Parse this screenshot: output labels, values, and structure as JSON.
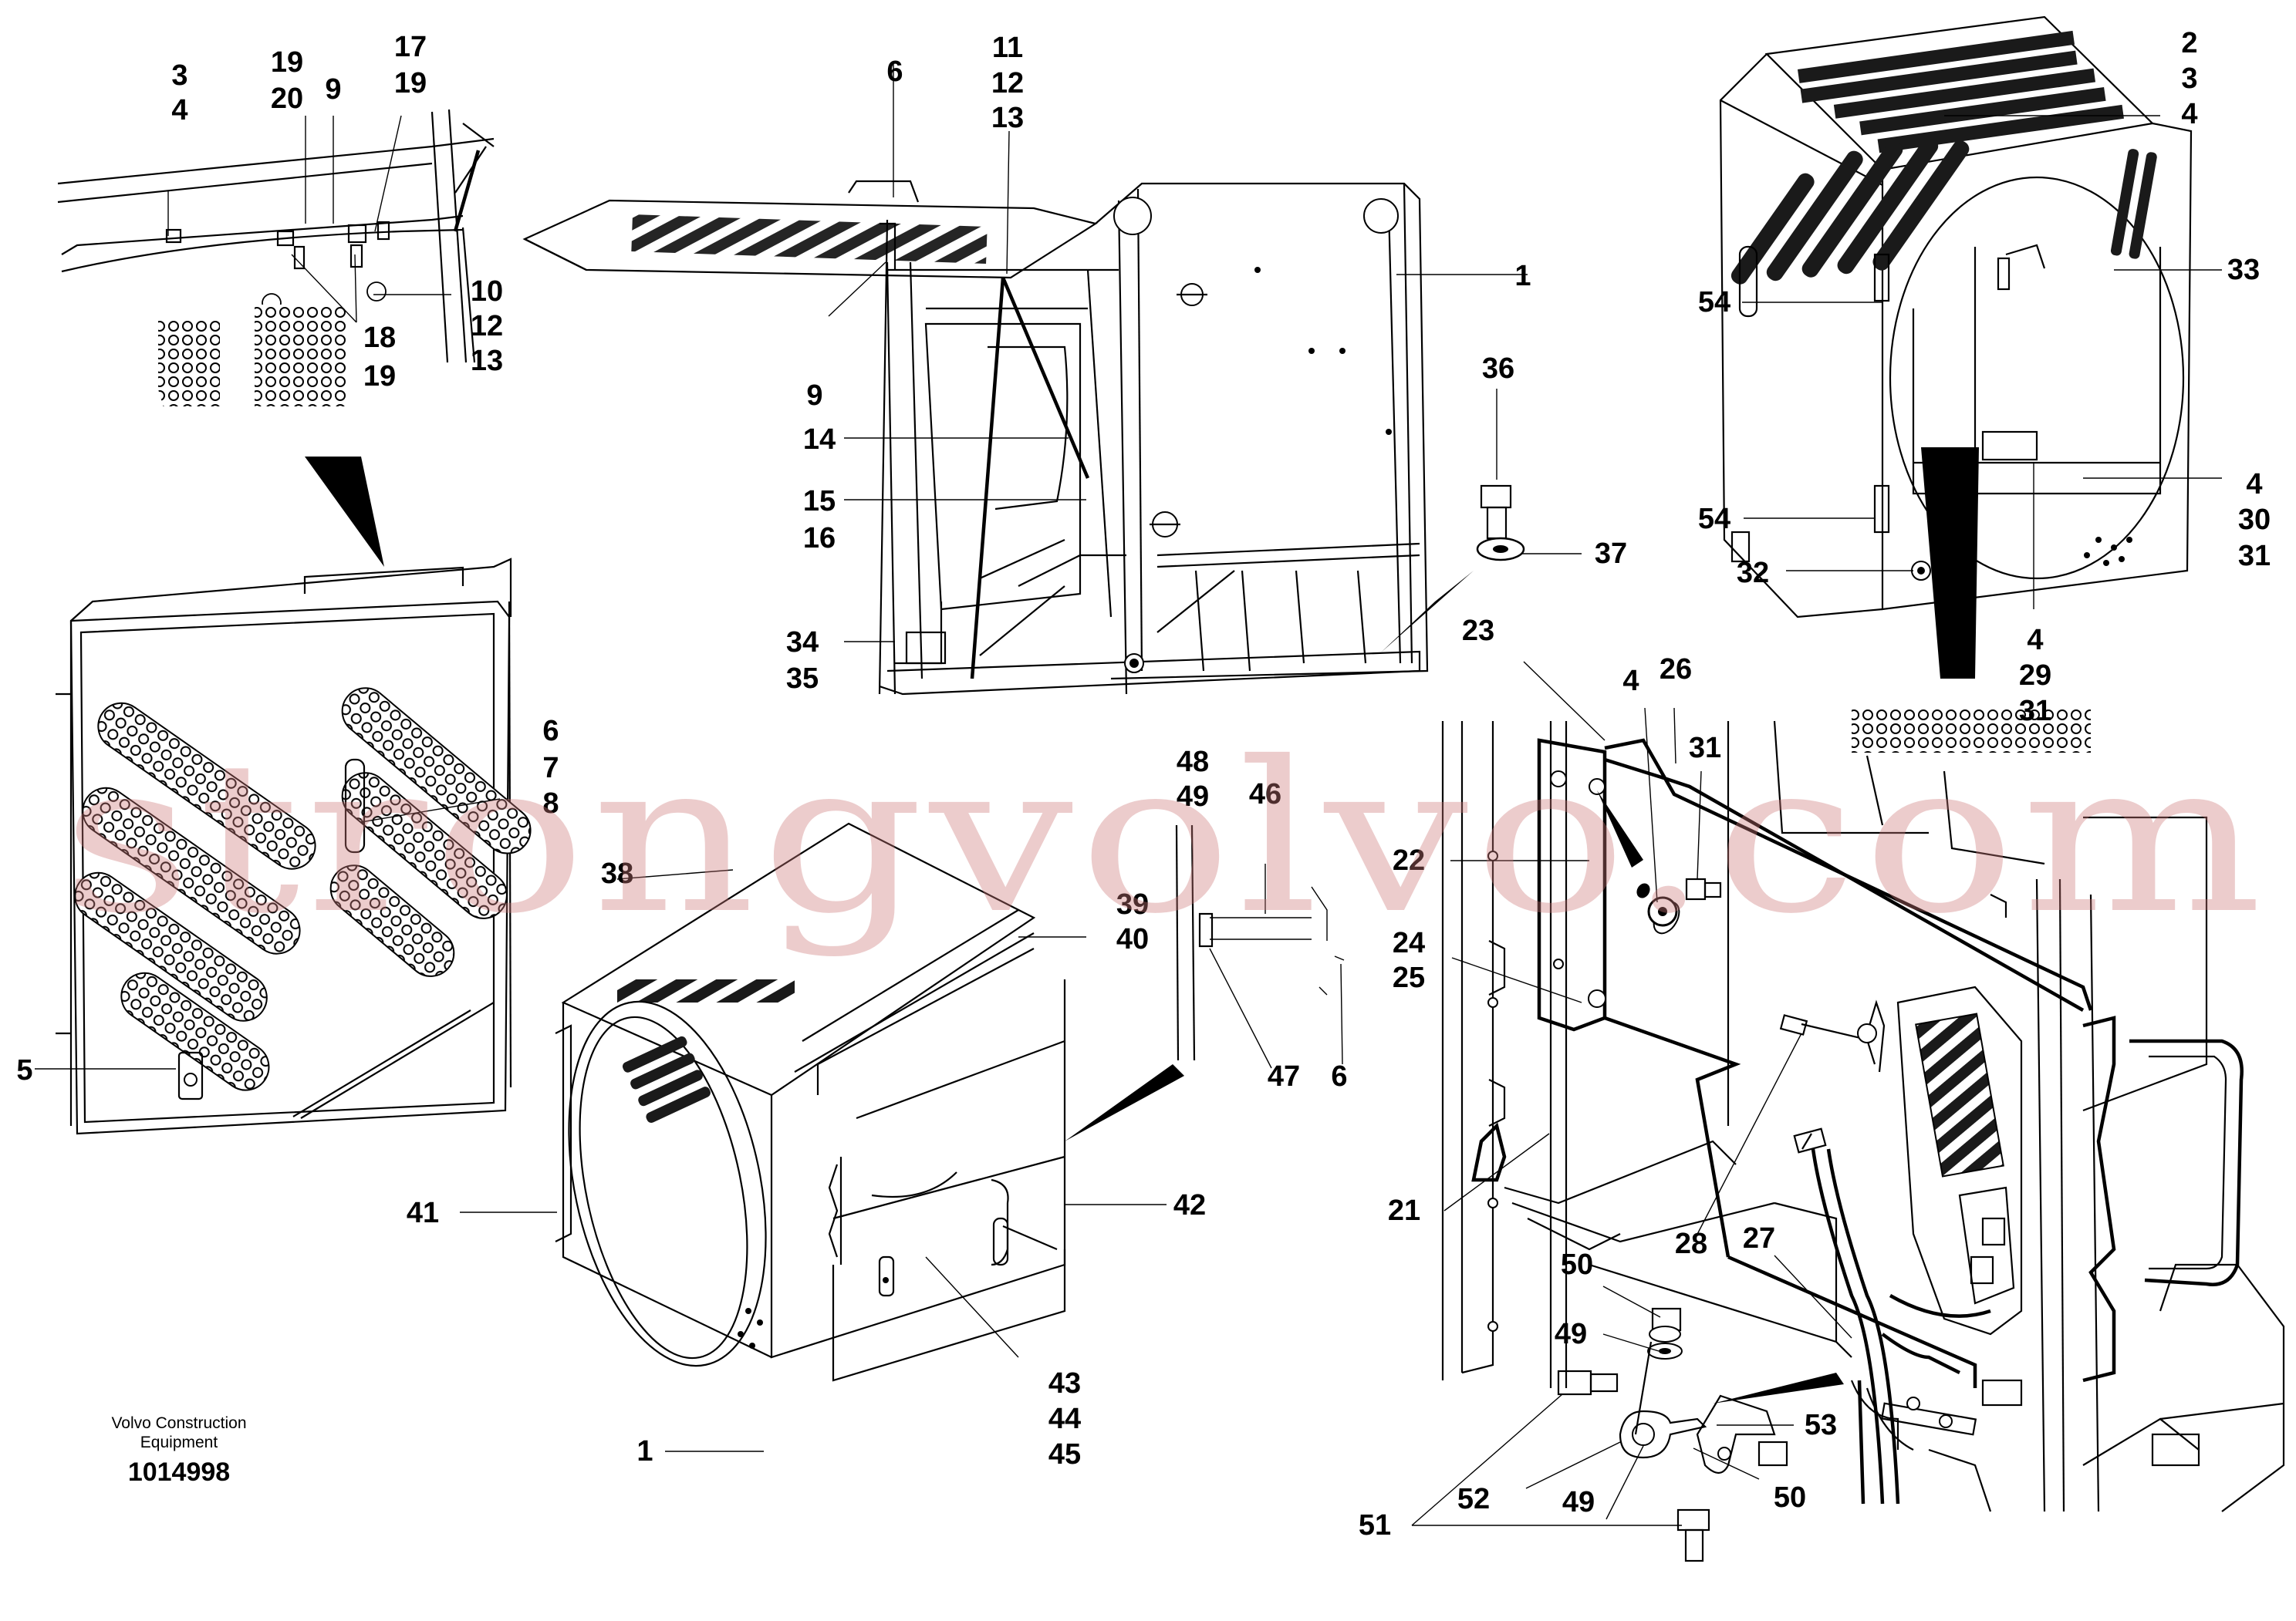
{
  "callouts": {
    "c3a": "3",
    "c4a": "4",
    "c19a": "19",
    "c20a": "20",
    "c9a": "9",
    "c17a": "17",
    "c19b": "19",
    "c10a": "10",
    "c12a": "12",
    "c13a": "13",
    "c18a": "18",
    "c19c": "19",
    "c6a": "6",
    "c7a": "7",
    "c8a": "8",
    "c5a": "5",
    "c6b": "6",
    "c11a": "11",
    "c12b": "12",
    "c13b": "13",
    "c1a": "1",
    "c9b": "9",
    "c14a": "14",
    "c15a": "15",
    "c16a": "16",
    "c34a": "34",
    "c35a": "35",
    "c36a": "36",
    "c37a": "37",
    "c2a": "2",
    "c3b": "3",
    "c4b": "4",
    "c33a": "33",
    "c54a": "54",
    "c54b": "54",
    "c4c": "4",
    "c30a": "30",
    "c31a": "31",
    "c32a": "32",
    "c4d": "4",
    "c29a": "29",
    "c31b": "31",
    "c48a": "48",
    "c49a": "49",
    "c46a": "46",
    "c47a": "47",
    "c6c": "6",
    "c38a": "38",
    "c39a": "39",
    "c40a": "40",
    "c41a": "41",
    "c42a": "42",
    "c43a": "43",
    "c44a": "44",
    "c45a": "45",
    "c1b": "1",
    "c23a": "23",
    "c4e": "4",
    "c26a": "26",
    "c31c": "31",
    "c22a": "22",
    "c24a": "24",
    "c25a": "25",
    "c21a": "21",
    "c28a": "28",
    "c27a": "27",
    "c50a": "50",
    "c49b": "49",
    "c53a": "53",
    "c52a": "52",
    "c49c": "49",
    "c50b": "50",
    "c51a": "51"
  },
  "caption": {
    "maker_line1": "Volvo Construction",
    "maker_line2": "Equipment",
    "doc_number": "1014998"
  },
  "watermark": "strongvolvo.com"
}
